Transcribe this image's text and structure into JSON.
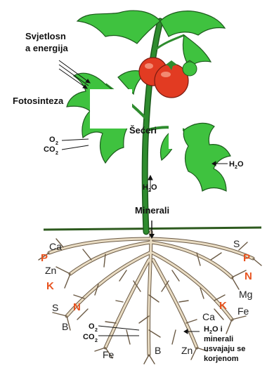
{
  "labels": {
    "light": [
      "Svjetlosn",
      "a energija"
    ],
    "photosynthesis": "Fotosinteza",
    "o2": "O",
    "co2": "CO",
    "sub2": "2",
    "sugars": "Šećeri",
    "h2o": "H",
    "h2o_tail": "O",
    "minerals": "Minerali",
    "roots_note": [
      "O i",
      "minerali",
      "usvajaju se",
      "korjenom"
    ]
  },
  "elements": {
    "left": [
      {
        "symbol": "Ca",
        "color": "black"
      },
      {
        "symbol": "P",
        "color": "red"
      },
      {
        "symbol": "Zn",
        "color": "black"
      },
      {
        "symbol": "K",
        "color": "red"
      },
      {
        "symbol": "S",
        "color": "black"
      },
      {
        "symbol": "N",
        "color": "red"
      },
      {
        "symbol": "B",
        "color": "black"
      },
      {
        "symbol": "Fe",
        "color": "black"
      }
    ],
    "center": [
      {
        "symbol": "B",
        "color": "black"
      },
      {
        "symbol": "Zn",
        "color": "black"
      }
    ],
    "right": [
      {
        "symbol": "S",
        "color": "black"
      },
      {
        "symbol": "P",
        "color": "red"
      },
      {
        "symbol": "N",
        "color": "red"
      },
      {
        "symbol": "Mg",
        "color": "black"
      },
      {
        "symbol": "K",
        "color": "red"
      },
      {
        "symbol": "Fe",
        "color": "black"
      },
      {
        "symbol": "Ca",
        "color": "black"
      }
    ]
  },
  "colors": {
    "leaf": "#3fc23f",
    "leaf_outline": "#1c5a1c",
    "stem": "#2e8c2e",
    "tomato": "#e23b22",
    "root": "#e9dcc3",
    "root_outline": "#6b5a45",
    "ground": "#2d5a1e",
    "red_element": "#e8531f"
  }
}
